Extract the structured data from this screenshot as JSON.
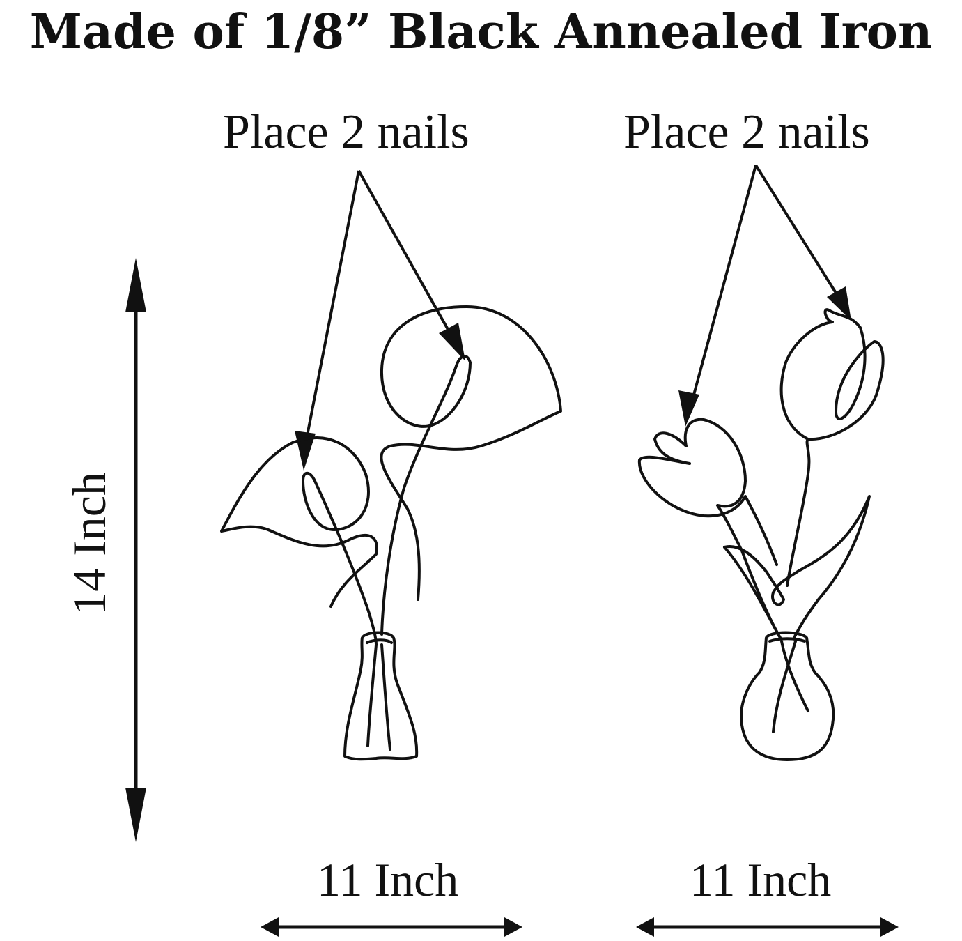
{
  "title": "Made of  1/8” Black Annealed Iron",
  "nails": {
    "left_label": "Place 2 nails",
    "right_label": "Place 2 nails"
  },
  "dimensions": {
    "height_label": "14 Inch",
    "left_width_label": "11 Inch",
    "right_width_label": "11 Inch"
  },
  "artwork": {
    "left_piece": "calla-lily-in-vase",
    "right_piece": "tulips-in-vase",
    "wire_color": "#111111",
    "background": "#ffffff"
  }
}
